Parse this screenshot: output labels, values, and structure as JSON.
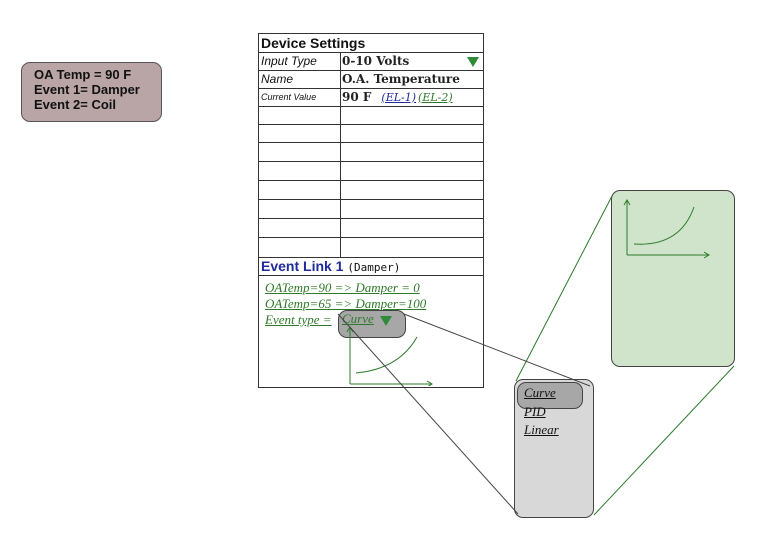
{
  "status": {
    "lines": [
      "OA Temp = 90 F",
      "Event 1= Damper",
      "Event 2=  Coil"
    ],
    "color": "#b9a4a6"
  },
  "device_settings": {
    "title": "Device Settings",
    "rows": [
      {
        "label": "Input Type",
        "value": "0-10 Volts"
      },
      {
        "label": "Name",
        "value": "O.A. Temperature"
      },
      {
        "label": "Current Value",
        "value": "90 F"
      }
    ],
    "links": [
      "(EL-1)",
      "(EL-2)"
    ],
    "empty_rows": 8,
    "link_colors": {
      "el1": "#1f2a9c",
      "el2": "#2f7a2a"
    }
  },
  "event_link": {
    "title": "Event Link 1",
    "subtitle": "(Damper)",
    "rules": [
      "OATemp=90 => Damper = 0",
      "OATemp=65 => Damper=100"
    ],
    "type_label": "Event type =",
    "type_value": "Curve"
  },
  "dropdown": {
    "options": [
      "Curve",
      "PID",
      "Linear"
    ],
    "selected": "Curve"
  },
  "preview": {
    "color": "#cfe4cb"
  }
}
